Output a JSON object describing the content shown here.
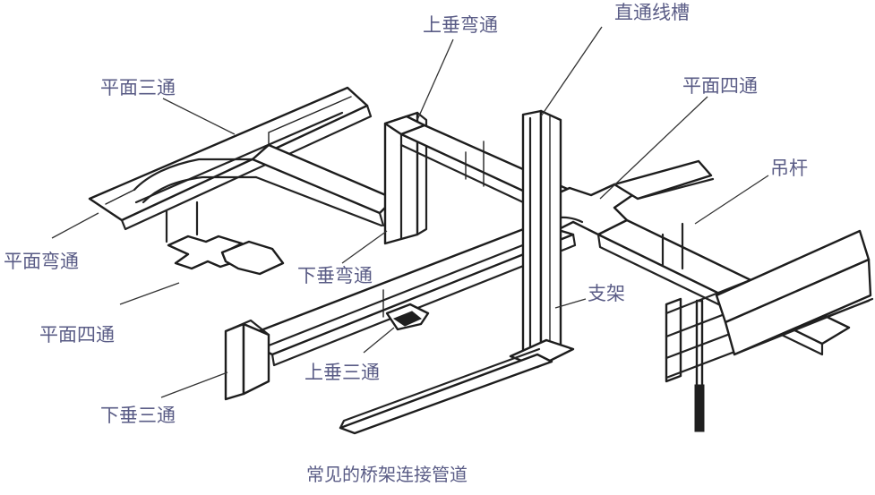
{
  "labels": {
    "upper_vertical_bend": "上垂弯通",
    "straight_trough": "直通线槽",
    "flat_tee_top": "平面三通",
    "flat_cross_right": "平面四通",
    "hanger_rod": "吊杆",
    "flat_elbow": "平面弯通",
    "lower_vertical_bend": "下垂弯通",
    "flat_cross_left": "平面四通",
    "support": "支架",
    "upper_vertical_tee": "上垂三通",
    "lower_vertical_tee": "下垂三通"
  },
  "caption": "常见的桥架连接管道"
}
